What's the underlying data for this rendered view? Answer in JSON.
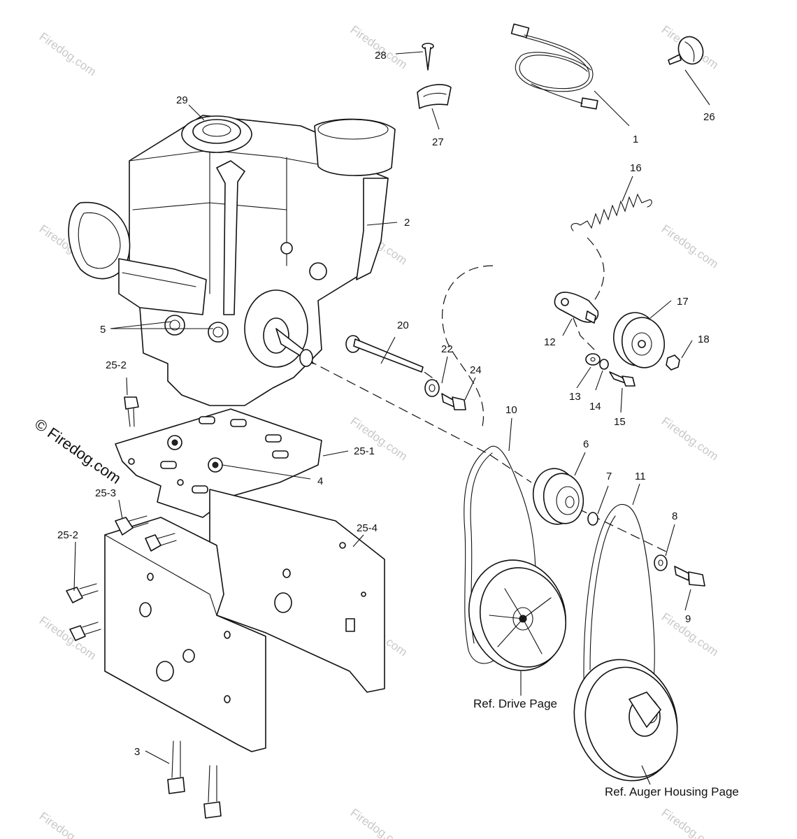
{
  "callouts": {
    "c1": "1",
    "c2": "2",
    "c3": "3",
    "c4": "4",
    "c5": "5",
    "c6": "6",
    "c7": "7",
    "c8": "8",
    "c9": "9",
    "c10": "10",
    "c11": "11",
    "c12": "12",
    "c13": "13",
    "c14": "14",
    "c15": "15",
    "c16": "16",
    "c17": "17",
    "c18": "18",
    "c20": "20",
    "c22": "22",
    "c24": "24",
    "c25_1": "25-1",
    "c25_2a": "25-2",
    "c25_2b": "25-2",
    "c25_3": "25-3",
    "c25_4": "25-4",
    "c26": "26",
    "c27": "27",
    "c28": "28",
    "c29": "29"
  },
  "references": {
    "drive": "Ref. Drive Page",
    "auger": "Ref. Auger Housing Page"
  },
  "watermark": {
    "text": "Firedog.com",
    "prominent": "© Firedog.com"
  },
  "colors": {
    "line": "#111111",
    "background": "#ffffff",
    "watermark": "#c9c9c9"
  }
}
